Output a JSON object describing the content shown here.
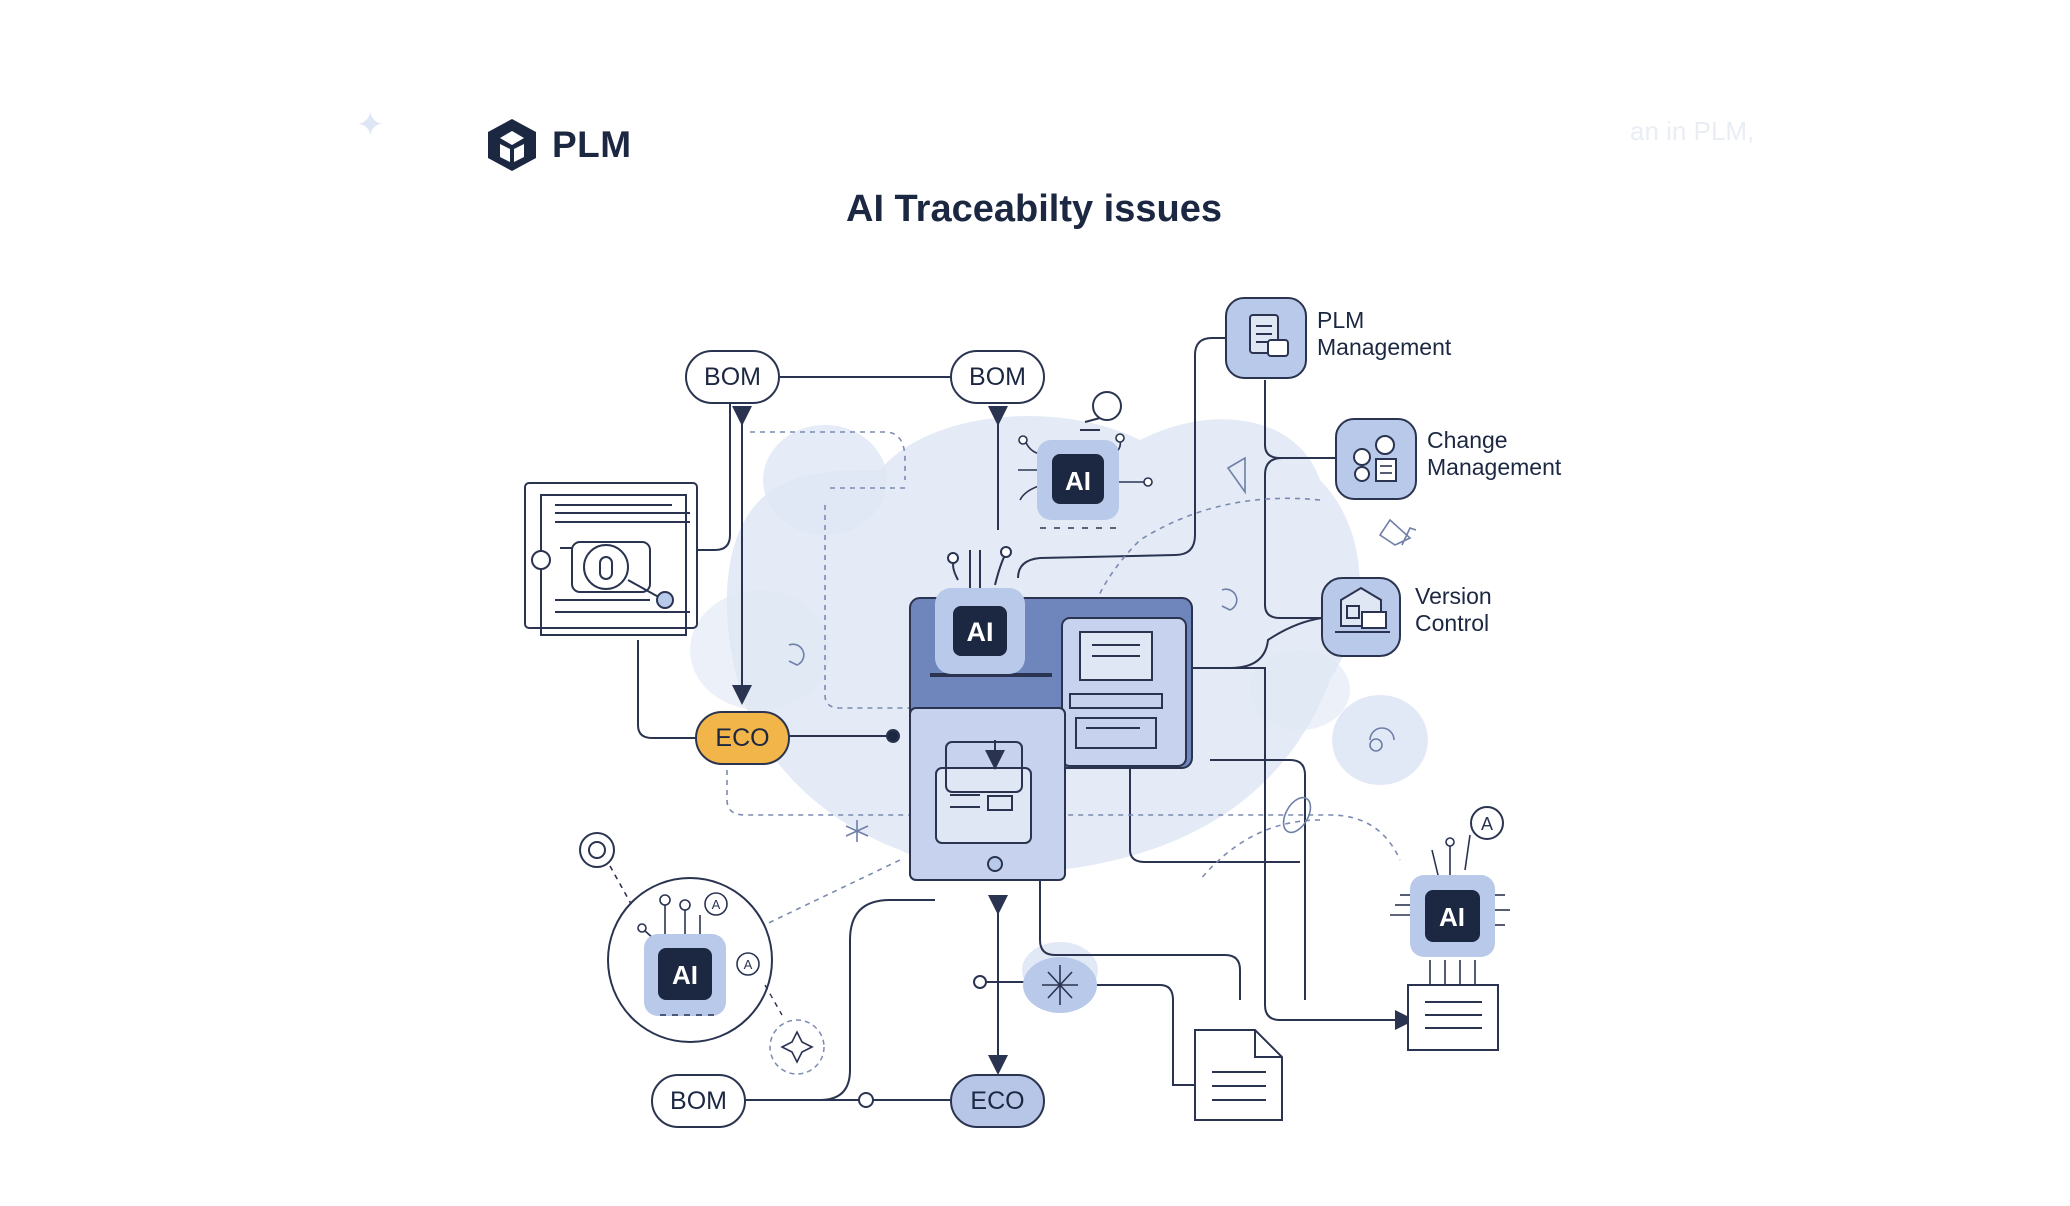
{
  "header": {
    "logo_text": "PLM",
    "title": "AI Traceabilty issues"
  },
  "nodes": {
    "bom_top_left": "BOM",
    "bom_top_mid": "BOM",
    "bom_bottom": "BOM",
    "eco_left": "ECO",
    "eco_bottom": "ECO"
  },
  "ai_chips": {
    "center": "AI",
    "top": "AI",
    "bottom_left": "AI",
    "right": "AI"
  },
  "side_items": [
    {
      "label": "PLM\nManagement",
      "icon": "document-icon"
    },
    {
      "label": "Change\nManagement",
      "icon": "settings-list-icon"
    },
    {
      "label": "Version\nControl",
      "icon": "version-house-icon"
    }
  ],
  "ghost_text": {
    "top_right": "an in PLM,"
  },
  "colors": {
    "navy": "#1c2742",
    "line": "#2a3450",
    "blob": "#dde5f4",
    "chip_bg": "#b9c9ea",
    "eco_orange": "#f2b54a",
    "eco_blue": "#b7c6e6"
  }
}
